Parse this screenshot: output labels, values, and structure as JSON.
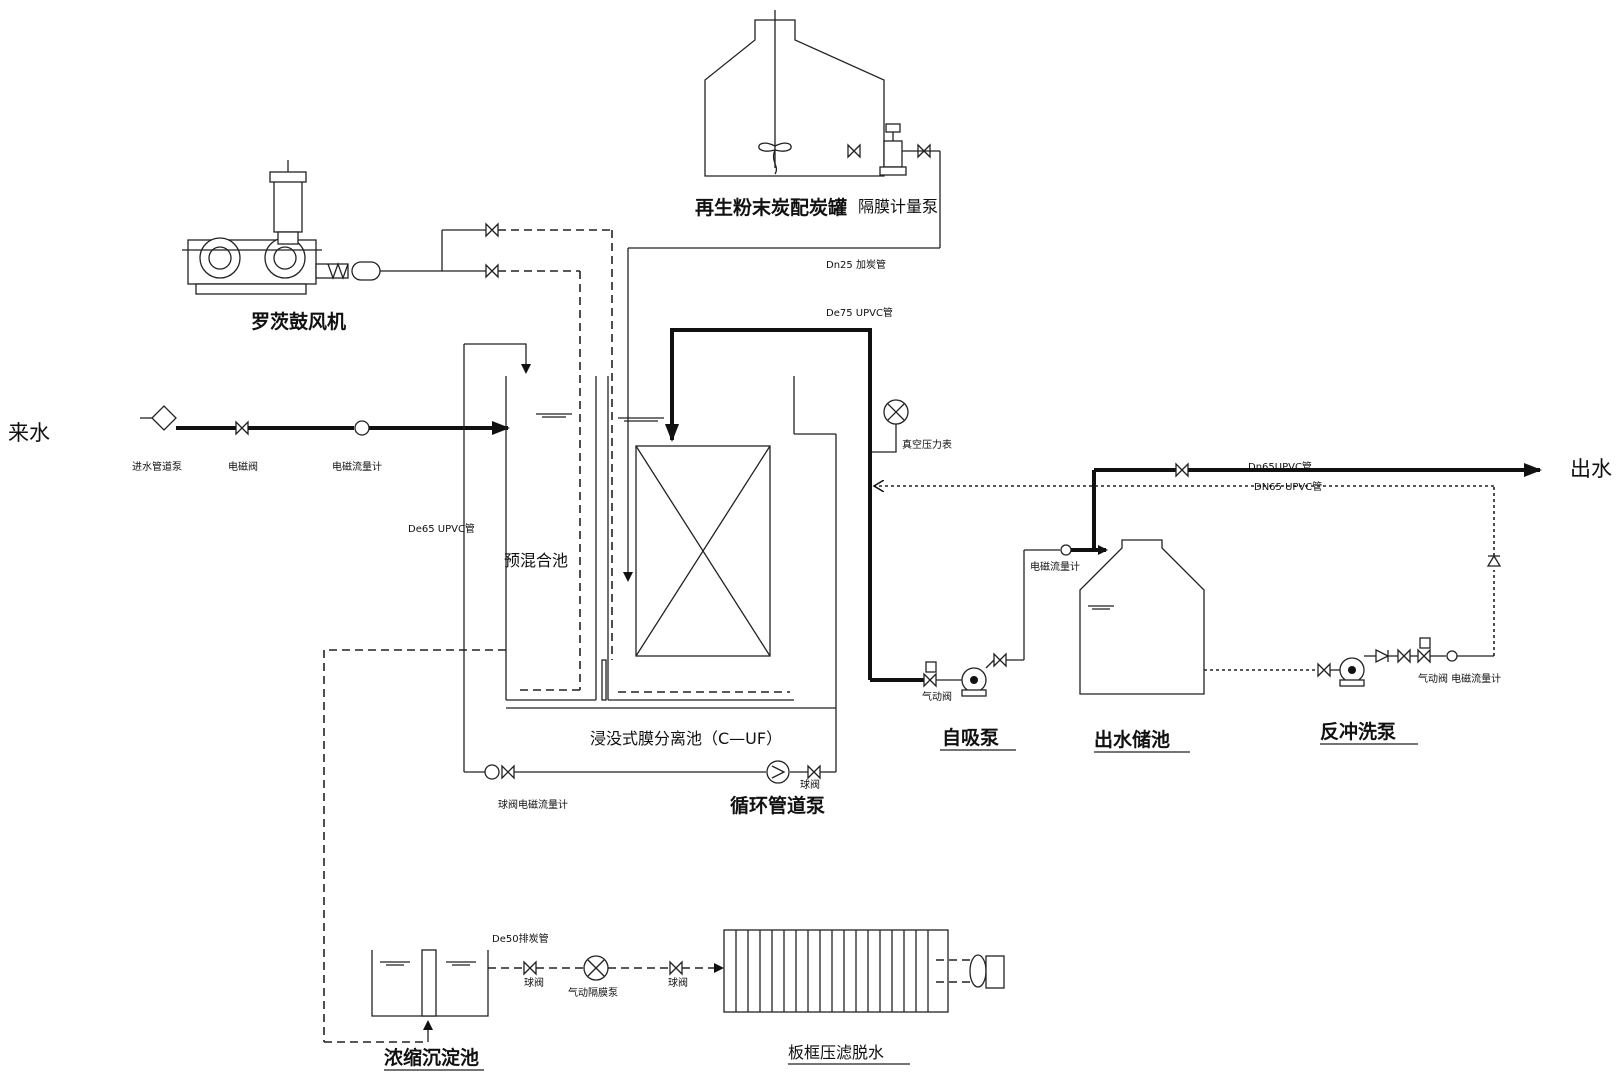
{
  "labels": {
    "inflow": "来水",
    "outflow": "出水",
    "blower": "罗茨鼓风机",
    "carbon_tank": "再生粉末炭配炭罐",
    "metering_pump": "隔膜计量泵",
    "carbon_pipe": "Dn25 加炭管",
    "upvc_pipe_75": "De75 UPVC管",
    "inlet_pump": "进水管道泵",
    "solenoid_valve": "电磁阀",
    "flow_meter_in": "电磁流量计",
    "pipe_65_left": "De65 UPVC管",
    "premix_tank": "预混合池",
    "vacuum_gauge": "真空压力表",
    "out_pipe": "Dn65UPVC管",
    "backwash_pipe": "DN65 UPVC管",
    "flow_meter_self": "电磁流量计",
    "membrane_tank": "浸没式膜分离池（C—UF）",
    "ball_valve_flow": "球阀电磁流量计",
    "ball_valve_r": "球阀",
    "circ_pump": "循环管道泵",
    "pneumatic_valve": "气动阀",
    "self_priming_pump": "自吸泵",
    "outlet_storage": "出水储池",
    "backwash_pump": "反冲洗泵",
    "pneumatic_flow": "气动阀  电磁流量计",
    "drain_pipe": "De50排炭管",
    "ball_valve_1": "球阀",
    "diaphragm_pump": "气动隔膜泵",
    "ball_valve_2": "球阀",
    "thickener": "浓缩沉淀池",
    "filter_press": "板框压滤脱水"
  }
}
